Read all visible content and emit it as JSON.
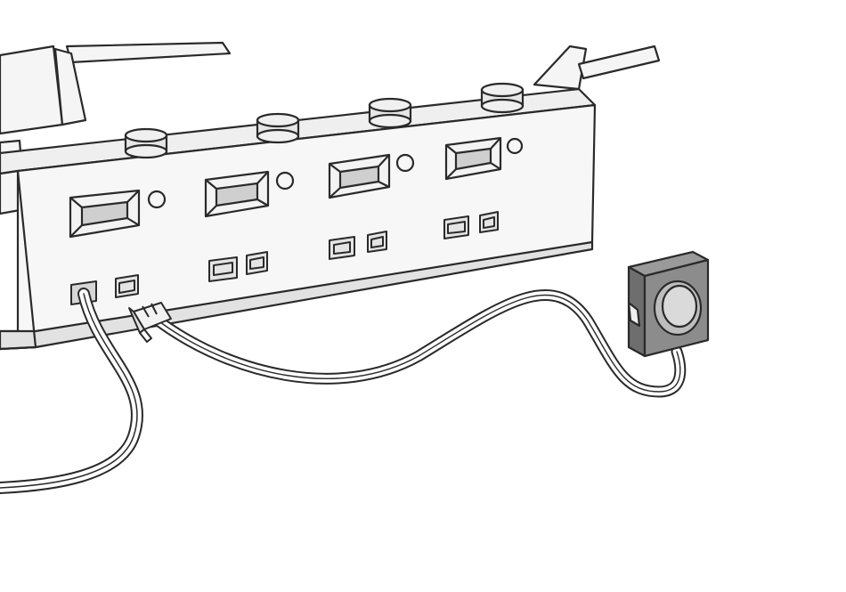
{
  "figure": {
    "colors": {
      "background": "#ffffff",
      "line": "#2a2a2a",
      "panel_fill": "#f2f2f2",
      "panel_face": "#e6e6e6",
      "inset_fill": "#cfcfcf",
      "speaker_body": "#8c8c8c",
      "speaker_side": "#6e6e6e",
      "speaker_grille": "#d9d9d9",
      "cable_fill": "#ffffff"
    },
    "parts": {
      "control_panel": {
        "knob_count": 4,
        "bay_count": 4,
        "port_pairs": 4
      },
      "speaker_icon": "speaker-icon",
      "connector_icon": "plug-connector-icon"
    }
  }
}
